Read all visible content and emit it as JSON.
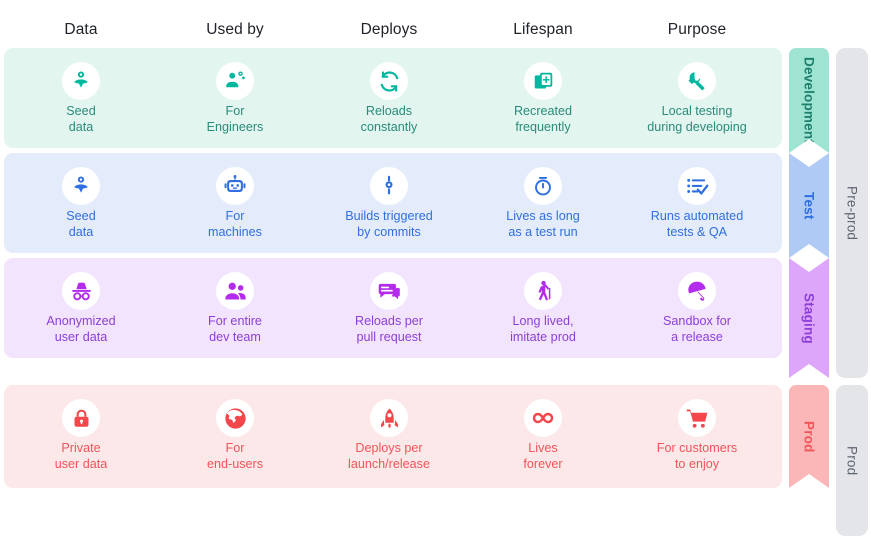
{
  "columns": [
    {
      "key": "data",
      "label": "Data"
    },
    {
      "key": "used_by",
      "label": "Used by"
    },
    {
      "key": "deploys",
      "label": "Deploys"
    },
    {
      "key": "lifespan",
      "label": "Lifespan"
    },
    {
      "key": "purpose",
      "label": "Purpose"
    }
  ],
  "rows": [
    {
      "env": "Development",
      "env_color": "#9fe3d2",
      "band_color": "#e2f5ef",
      "text_color": "#2b8b7b",
      "cells": [
        {
          "icon": "seedling-icon",
          "text": "Seed\ndata"
        },
        {
          "icon": "engineer-icon",
          "text": "For\nEngineers"
        },
        {
          "icon": "refresh-icon",
          "text": "Reloads\nconstantly"
        },
        {
          "icon": "duplicate-add-icon",
          "text": "Recreated\nfrequently"
        },
        {
          "icon": "wrench-icon",
          "text": "Local testing\nduring developing"
        }
      ]
    },
    {
      "env": "Test",
      "env_color": "#aecaf5",
      "band_color": "#e4ecfb",
      "text_color": "#2f6fe0",
      "cells": [
        {
          "icon": "seedling-icon",
          "text": "Seed\ndata"
        },
        {
          "icon": "robot-icon",
          "text": "For\nmachines"
        },
        {
          "icon": "commit-icon",
          "text": "Builds triggered\nby commits"
        },
        {
          "icon": "stopwatch-icon",
          "text": "Lives as long\nas a test run"
        },
        {
          "icon": "checklist-icon",
          "text": "Runs automated\ntests & QA"
        }
      ]
    },
    {
      "env": "Staging",
      "env_color": "#dea6fb",
      "band_color": "#f3e4fd",
      "text_color": "#8b3fd6",
      "cells": [
        {
          "icon": "incognito-icon",
          "text": "Anonymized\nuser data"
        },
        {
          "icon": "people-icon",
          "text": "For entire\ndev team"
        },
        {
          "icon": "comment-icon",
          "text": "Reloads per\npull request"
        },
        {
          "icon": "elderly-walk-icon",
          "text": "Long lived,\nimitate prod"
        },
        {
          "icon": "umbrella-icon",
          "text": "Sandbox for\na release"
        }
      ]
    },
    {
      "env": "Prod",
      "env_color": "#fbb7b7",
      "band_color": "#fce8e8",
      "text_color": "#f0555a",
      "cells": [
        {
          "icon": "lock-icon",
          "text": "Private\nuser data"
        },
        {
          "icon": "globe-icon",
          "text": "For\nend-users"
        },
        {
          "icon": "rocket-icon",
          "text": "Deploys per\nlaunch/release"
        },
        {
          "icon": "infinity-icon",
          "text": "Lives\nforever"
        },
        {
          "icon": "shopping-cart-icon",
          "text": "For customers\nto enjoy"
        }
      ]
    }
  ],
  "groups": [
    {
      "label": "Pre-prod",
      "color": "#e3e5e9"
    },
    {
      "label": "Prod",
      "color": "#e3e5e9"
    }
  ]
}
